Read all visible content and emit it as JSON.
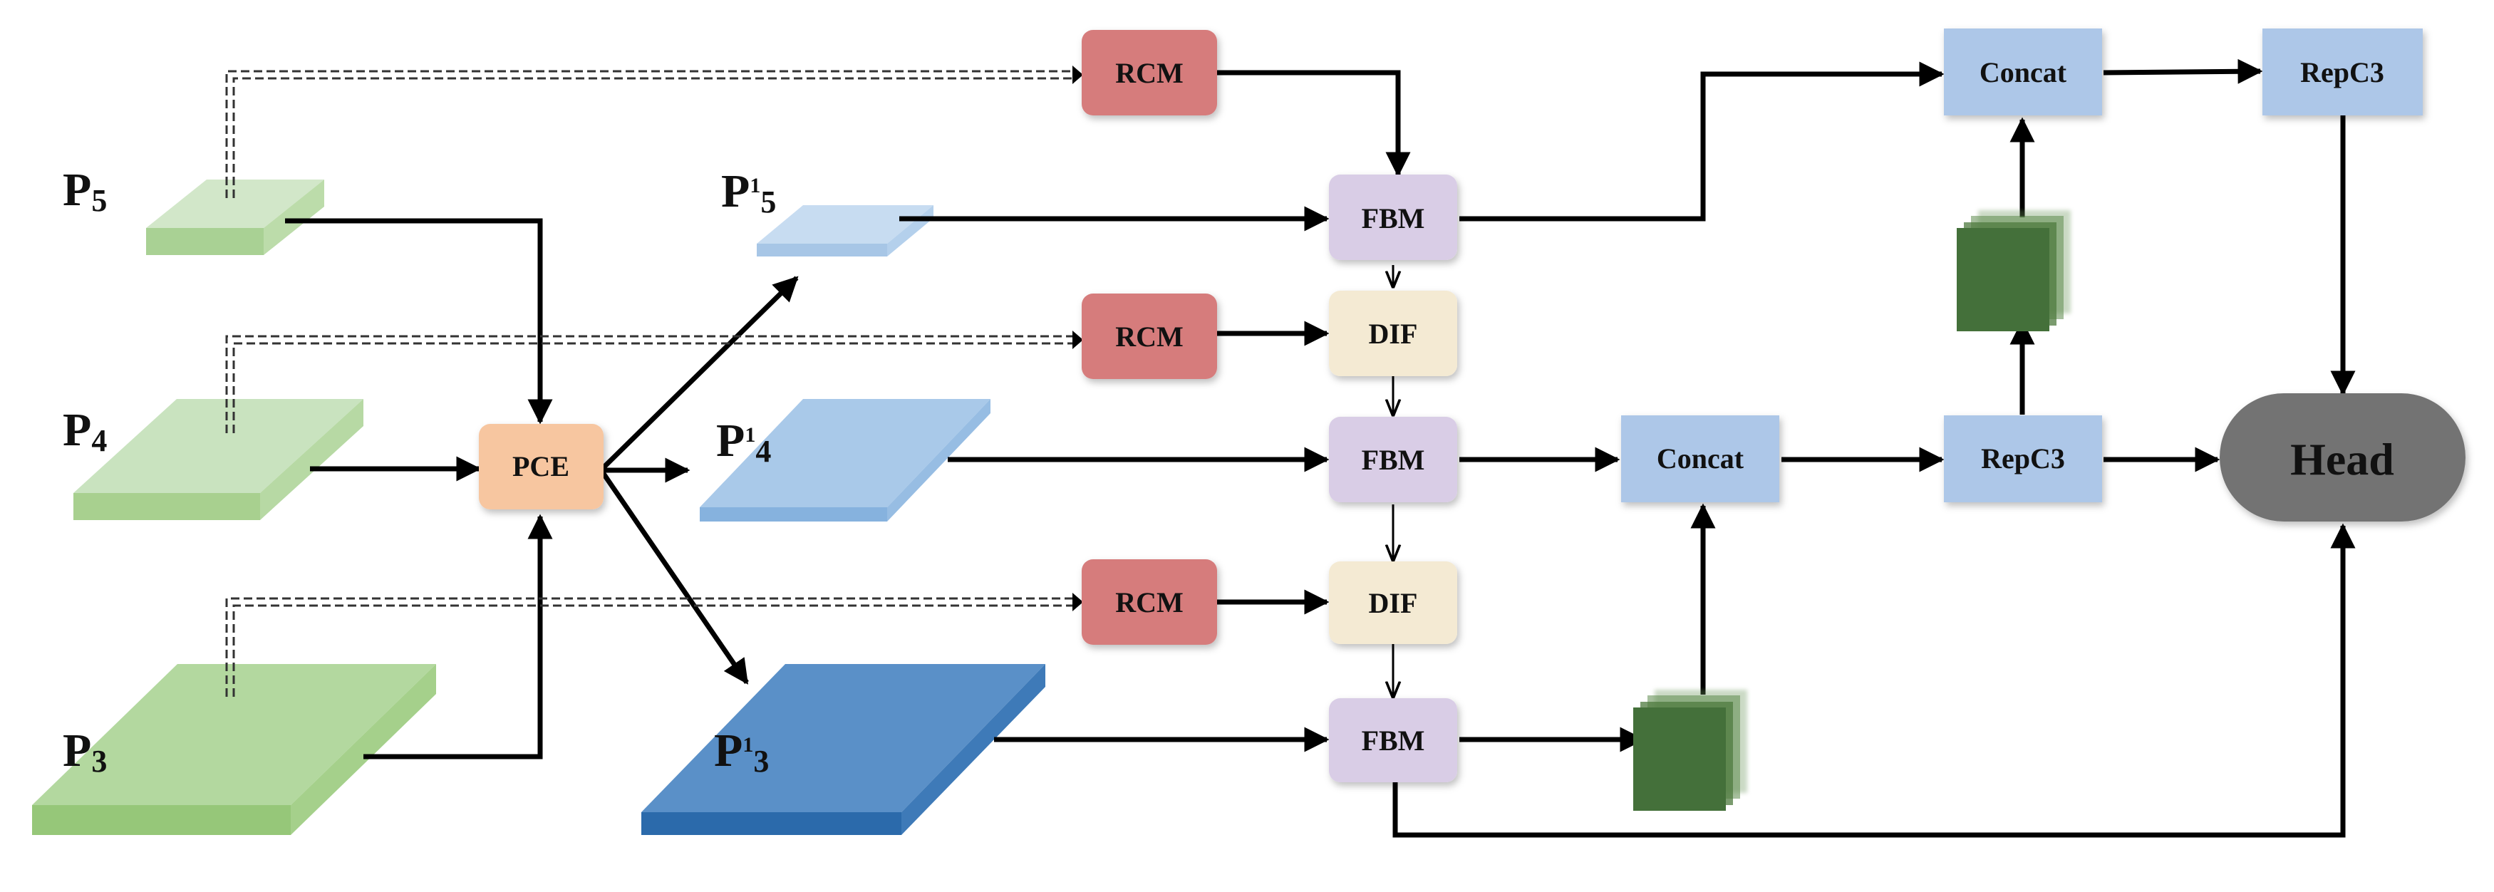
{
  "inputs": [
    {
      "base": "P",
      "sub": "5"
    },
    {
      "base": "P",
      "sub": "4"
    },
    {
      "base": "P",
      "sub": "3"
    }
  ],
  "outputs": [
    {
      "base": "P",
      "sup": "1",
      "sub": "5"
    },
    {
      "base": "P",
      "sup": "1",
      "sub": "4"
    },
    {
      "base": "P",
      "sup": "1",
      "sub": "3"
    }
  ],
  "blocks": {
    "pce": "PCE",
    "rcm_top": "RCM",
    "rcm_mid": "RCM",
    "rcm_bottom": "RCM",
    "fbm_top": "FBM",
    "fbm_mid": "FBM",
    "fbm_bottom": "FBM",
    "dif_upper": "DIF",
    "dif_lower": "DIF",
    "concat_top": "Concat",
    "concat_mid": "Concat",
    "repc3_top": "RepC3",
    "repc3_mid": "RepC3",
    "head": "Head"
  },
  "colors": {
    "p_input_light": "#d2e7c9",
    "p_input_mid": "#c7e2bd",
    "p_input_dark": "#b3d89f",
    "p_out_light": "#c7dcf1",
    "p_out_mid": "#a9c9e9",
    "p_out_dark": "#5a90c8",
    "rcm": "#d67b7b",
    "fbm": "#d9cde6",
    "dif": "#f4ead3",
    "pce": "#f7c6a0",
    "concat": "#adc7e8",
    "head": "#737373",
    "feature_stack": "#4d7a3e"
  }
}
